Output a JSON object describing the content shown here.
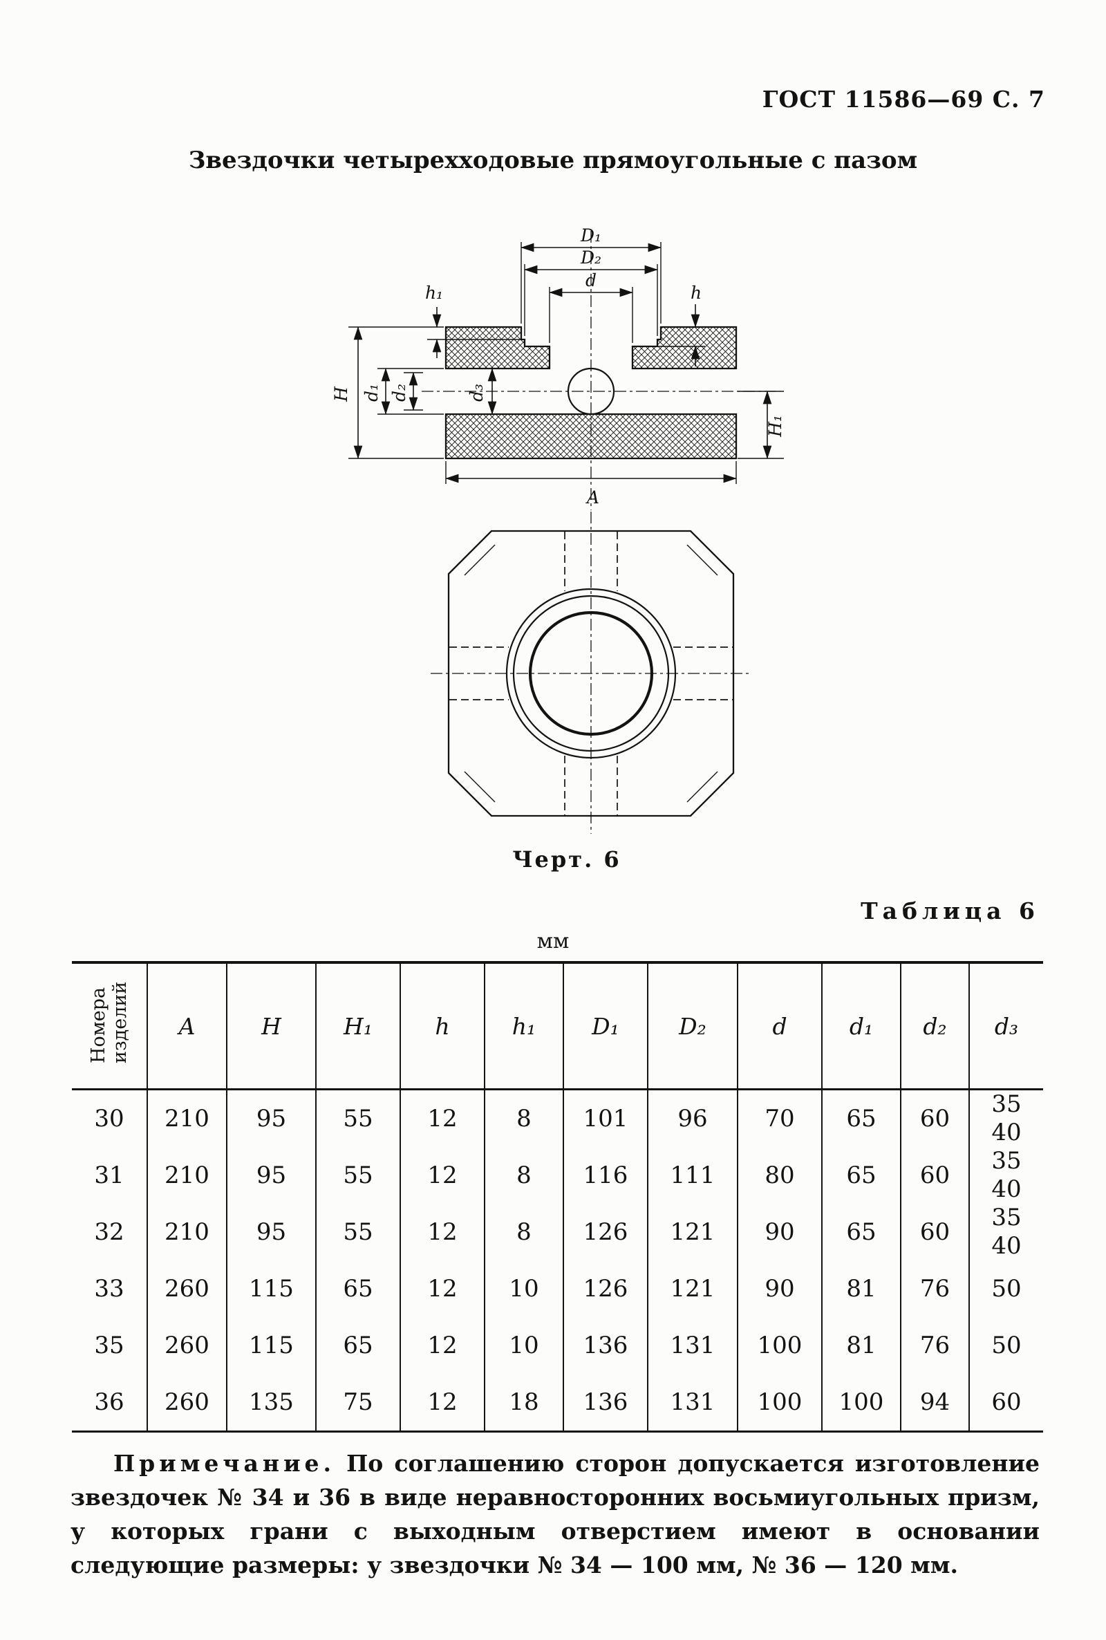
{
  "page": {
    "header": "ГОСТ 11586—69 С. 7",
    "title": "Звездочки четырехходовые прямоугольные с пазом",
    "figure_caption": "Черт. 6",
    "table_caption": "Таблица 6",
    "units_label": "мм"
  },
  "drawing": {
    "labels": {
      "D1": "D₁",
      "D2": "D₂",
      "d": "d",
      "h": "h",
      "h1": "h₁",
      "H": "H",
      "d1": "d₁",
      "d2": "d₂",
      "d3": "d₃",
      "H1": "H₁",
      "A": "A"
    }
  },
  "table": {
    "col_headers": [
      "Номера\nизделий",
      "A",
      "H",
      "H₁",
      "h",
      "h₁",
      "D₁",
      "D₂",
      "d",
      "d₁",
      "d₂",
      "d₃"
    ],
    "rows": [
      [
        "30",
        "210",
        "95",
        "55",
        "12",
        "8",
        "101",
        "96",
        "70",
        "65",
        "60",
        "35\n40"
      ],
      [
        "31",
        "210",
        "95",
        "55",
        "12",
        "8",
        "116",
        "111",
        "80",
        "65",
        "60",
        "35\n40"
      ],
      [
        "32",
        "210",
        "95",
        "55",
        "12",
        "8",
        "126",
        "121",
        "90",
        "65",
        "60",
        "35\n40"
      ],
      [
        "33",
        "260",
        "115",
        "65",
        "12",
        "10",
        "126",
        "121",
        "90",
        "81",
        "76",
        "50"
      ],
      [
        "35",
        "260",
        "115",
        "65",
        "12",
        "10",
        "136",
        "131",
        "100",
        "81",
        "76",
        "50"
      ],
      [
        "36",
        "260",
        "135",
        "75",
        "12",
        "18",
        "136",
        "131",
        "100",
        "100",
        "94",
        "60"
      ]
    ]
  },
  "note": {
    "label": "Примечание.",
    "text": "По соглашению сторон допускается изготовление звездочек № 34 и 36 в виде неравносторонних восьмиугольных призм, у которых грани с выходным отверстием имеют в основании следующие размеры: у звездочки № 34 — 100 мм, № 36 — 120 мм."
  }
}
